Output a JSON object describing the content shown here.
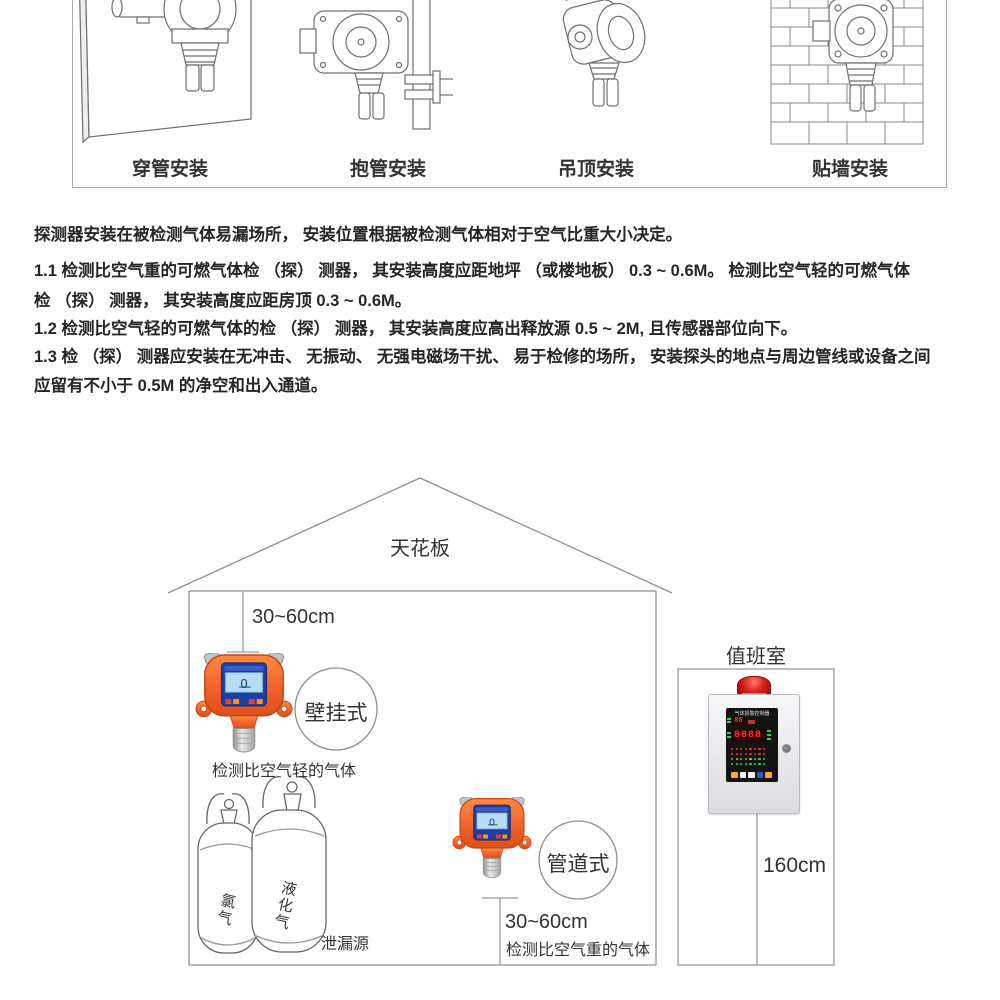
{
  "top_section": {
    "methods": [
      {
        "label": "穿管安装"
      },
      {
        "label": "抱管安装"
      },
      {
        "label": "吊顶安装"
      },
      {
        "label": "贴墙安装"
      }
    ]
  },
  "instructions": {
    "lines": [
      "探测器安装在被检测气体易漏场所， 安装位置根据被检测气体相对于空气比重大小决定。",
      "1.1 检测比空气重的可燃气体检 （探） 测器， 其安装高度应距地坪 （或楼地板） 0.3 ~ 0.6M。 检测比空气轻的可燃气体",
      "检 （探） 测器， 其安装高度应距房顶 0.3 ~ 0.6M。",
      "1.2 检测比空气轻的可燃气体的检 （探） 测器， 其安装高度应高出释放源 0.5 ~ 2M, 且传感器部位向下。",
      "1.3 检 （探） 测器应安装在无冲击、 无振动、 无强电磁场干扰、 易于检修的场所， 安装探头的地点与周边管线或设备之间",
      "应留有不小于 0.5M 的净空和出入通道。"
    ]
  },
  "diagram": {
    "ceiling_label": "天花板",
    "top_distance": "30~60cm",
    "wall_mount_label": "壁挂式",
    "light_gas_note": "检测比空气轻的气体",
    "cylinder_left_label": "氯气",
    "cylinder_right_label": "液化气",
    "leak_source_label": "泄漏源",
    "pipe_mount_label": "管道式",
    "bottom_distance": "30~60cm",
    "heavy_gas_note": "检测比空气重的气体",
    "detector_screen_value": "0",
    "duty_room": {
      "label": "值班室",
      "height_distance": "160cm",
      "panel_title": "气体报警控制器",
      "panel_display_main": "8888",
      "panel_display_small": "88"
    }
  },
  "colors": {
    "detector_orange": "#f2622b",
    "detector_panel_blue": "#1d3da3",
    "screen_blue": "#b7ddf3",
    "led_red": "#ff2d1d",
    "beacon_red": "#c01212",
    "line_gray": "#8f8f8f",
    "text_color": "#2a2a2a"
  }
}
